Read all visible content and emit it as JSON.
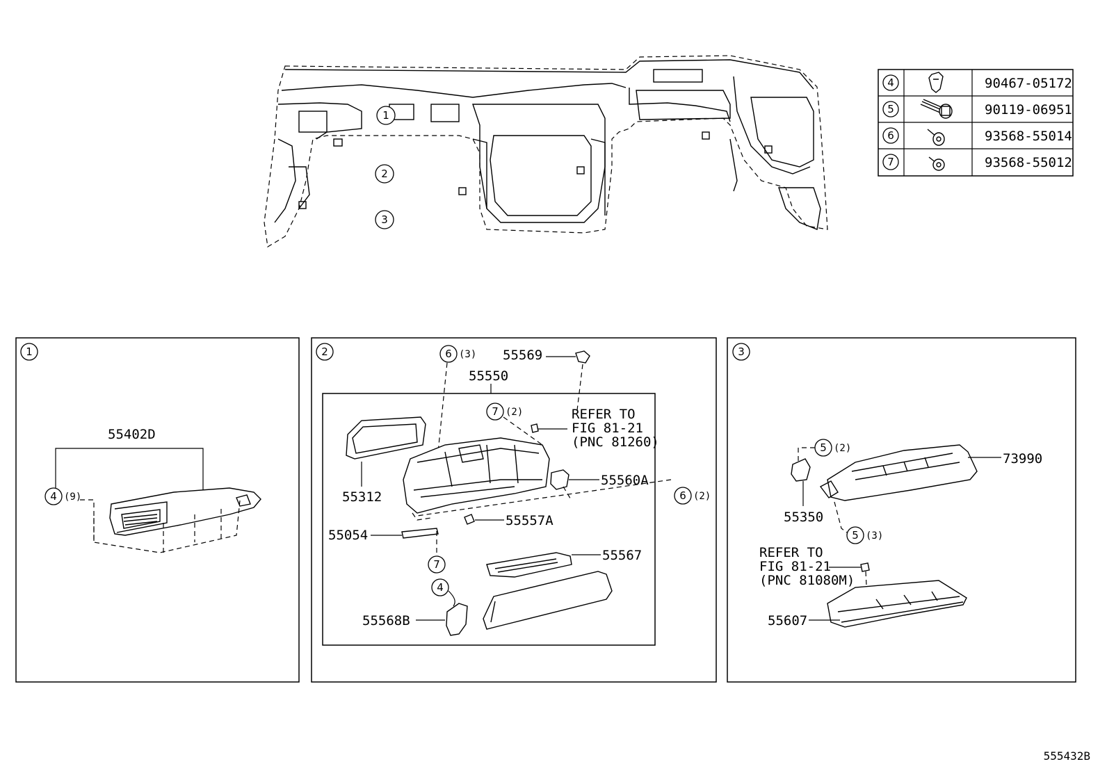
{
  "diagram_code": "555432B",
  "legend": [
    {
      "ref": "4",
      "part_no": "90467-05172"
    },
    {
      "ref": "5",
      "part_no": "90119-06951"
    },
    {
      "ref": "6",
      "part_no": "93568-55014"
    },
    {
      "ref": "7",
      "part_no": "93568-55012"
    }
  ],
  "overview": {
    "callouts": [
      "1",
      "2",
      "3"
    ]
  },
  "panel1": {
    "ref": "1",
    "part": "55402D",
    "clip_ref": "4",
    "clip_qty": "(9)"
  },
  "panel2": {
    "ref": "2",
    "assembly": "55550",
    "parts": {
      "p55569": "55569",
      "p55312": "55312",
      "p55560A": "55560A",
      "p55557A": "55557A",
      "p55054": "55054",
      "p55567": "55567",
      "p55568B": "55568B"
    },
    "callouts": {
      "c6a_ref": "6",
      "c6a_qty": "(3)",
      "c7a_ref": "7",
      "c7a_qty": "(2)",
      "c6b_ref": "6",
      "c6b_qty": "(2)",
      "c7b_ref": "7",
      "c4_ref": "4"
    },
    "refer": {
      "line1": "REFER TO",
      "line2": "FIG 81-21",
      "line3": "(PNC 81260)"
    }
  },
  "panel3": {
    "ref": "3",
    "parts": {
      "p73990": "73990",
      "p55350": "55350",
      "p55607": "55607"
    },
    "callouts": {
      "c5a_ref": "5",
      "c5a_qty": "(2)",
      "c5b_ref": "5",
      "c5b_qty": "(3)"
    },
    "refer": {
      "line1": "REFER TO",
      "line2": "FIG 81-21",
      "line3": "(PNC 81080M)"
    }
  }
}
